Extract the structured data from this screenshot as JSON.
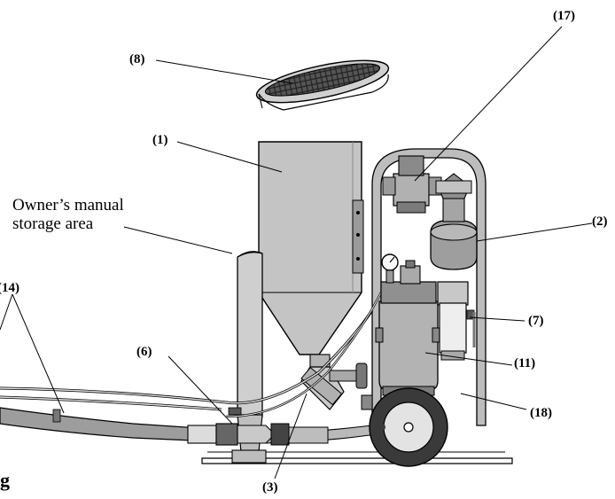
{
  "callouts": {
    "c17": "(17)",
    "c8": "(8)",
    "c1": "(1)",
    "c2": "(2)",
    "c14": "(14)",
    "c7": "(7)",
    "c6": "(6)",
    "c11": "(11)",
    "c18": "(18)",
    "c3": "(3)"
  },
  "note": {
    "line1": "Owner’s manual",
    "line2": "storage area"
  },
  "cut_off_letter": "g"
}
